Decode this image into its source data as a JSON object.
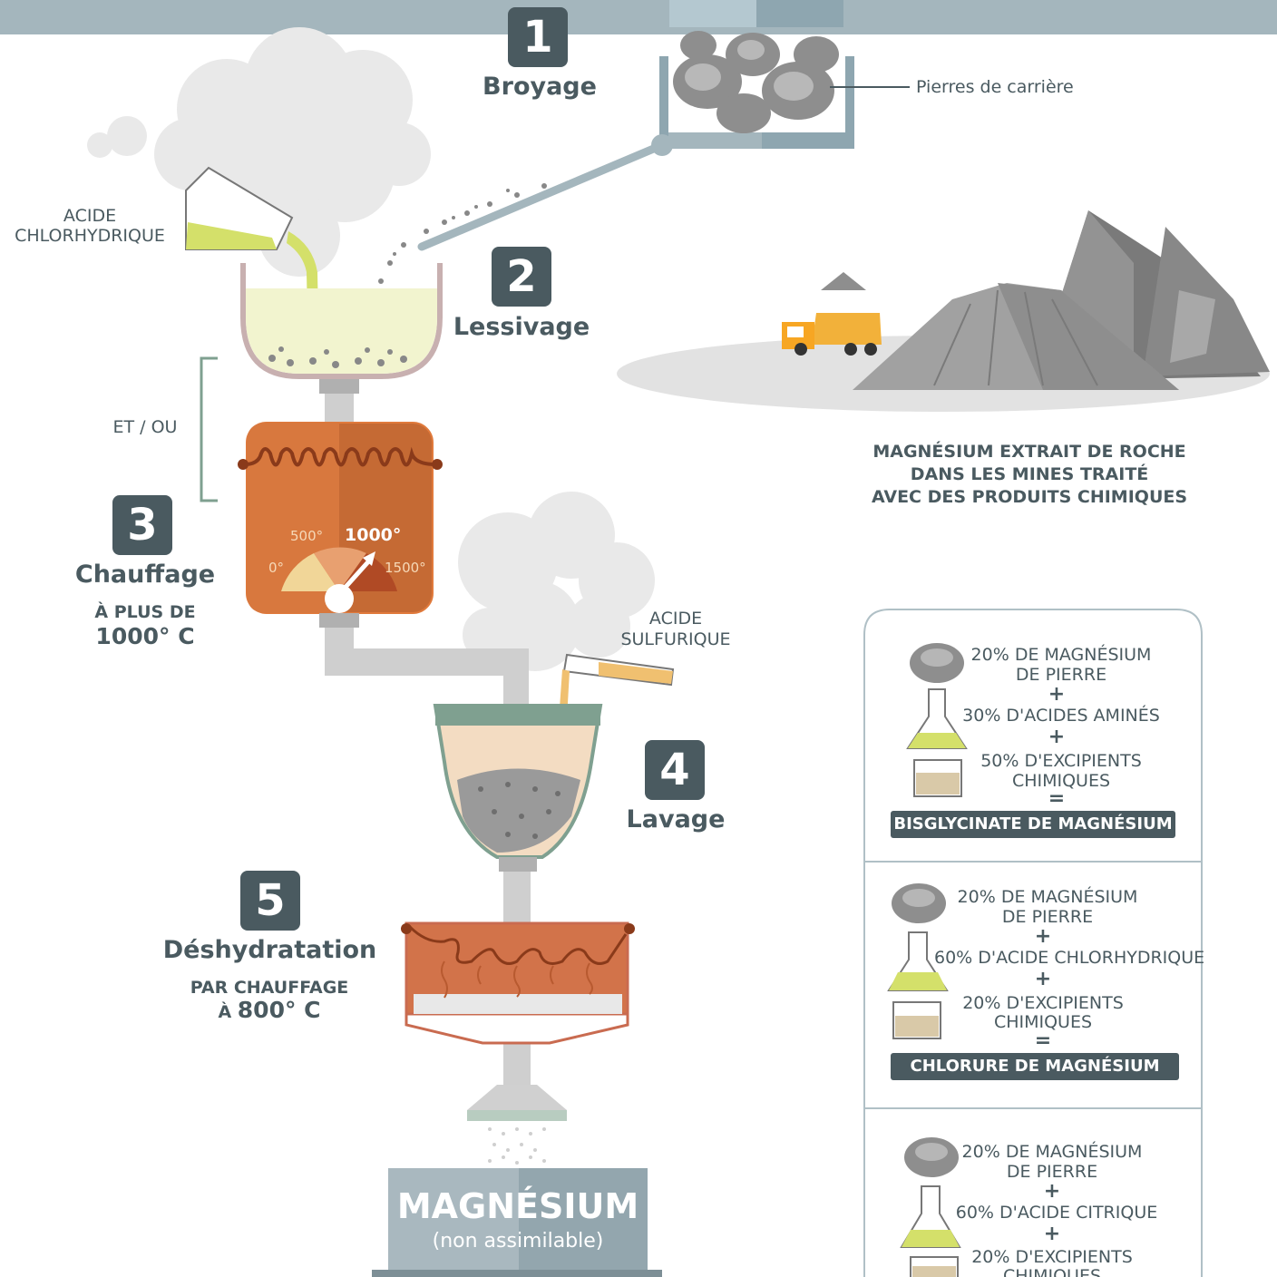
{
  "steps": [
    {
      "num": "1",
      "label": "Broyage"
    },
    {
      "num": "2",
      "label": "Lessivage"
    },
    {
      "num": "3",
      "label": "Chauffage",
      "sub1": "À PLUS DE",
      "sub2": "1000° C"
    },
    {
      "num": "4",
      "label": "Lavage"
    },
    {
      "num": "5",
      "label": "Déshydratation",
      "sub1": "PAR CHAUFFAGE",
      "sub2a": "À ",
      "sub2b": "800° C"
    }
  ],
  "labels": {
    "quarry": "Pierres de carrière",
    "hcl_line1": "ACIDE",
    "hcl_line2": "CHLORHYDRIQUE",
    "et_ou": "ET / OU",
    "sulf_line1": "ACIDE",
    "sulf_line2": "SULFURIQUE",
    "mine_line1": "MAGNÉSIUM EXTRAIT DE ROCHE",
    "mine_line2": "DANS LES MINES TRAITÉ",
    "mine_line3": "AVEC DES PRODUITS CHIMIQUES"
  },
  "gauge": {
    "t0": "0°",
    "t500": "500°",
    "t1000": "1000°",
    "t1500": "1500°"
  },
  "output": {
    "title": "MAGNÉSIUM",
    "subtitle": "(non assimilable)"
  },
  "recipes": [
    {
      "l1": "20% DE MAGNÉSIUM",
      "l2": "DE PIERRE",
      "plus1": "+",
      "l3": "30% D'ACIDES AMINÉS",
      "plus2": "+",
      "l4": "50% D'EXCIPIENTS",
      "l5": "CHIMIQUES",
      "eq": "=",
      "result": "BISGLYCINATE DE MAGNÉSIUM"
    },
    {
      "l1": "20% DE MAGNÉSIUM",
      "l2": "DE PIERRE",
      "plus1": "+",
      "l3": "60% D'ACIDE CHLORHYDRIQUE",
      "plus2": "+",
      "l4": "20% D'EXCIPIENTS",
      "l5": "CHIMIQUES",
      "eq": "=",
      "result": "CHLORURE DE MAGNÉSIUM"
    },
    {
      "l1": "20% DE MAGNÉSIUM",
      "l2": "DE PIERRE",
      "plus1": "+",
      "l3": "60% D'ACIDE CITRIQUE",
      "plus2": "+",
      "l4": "20% D'EXCIPIENTS",
      "l5": "CHIMIQUES"
    }
  ],
  "colors": {
    "dark": "#4a5a60",
    "pipe": "#c9c9c9",
    "heater": "#d8703a",
    "lime": "#d4e06a",
    "acid_orange": "#f0c070",
    "wash_green": "#7fa090",
    "output_box": "#a9b8bf",
    "rock": "#8e8e8e"
  }
}
